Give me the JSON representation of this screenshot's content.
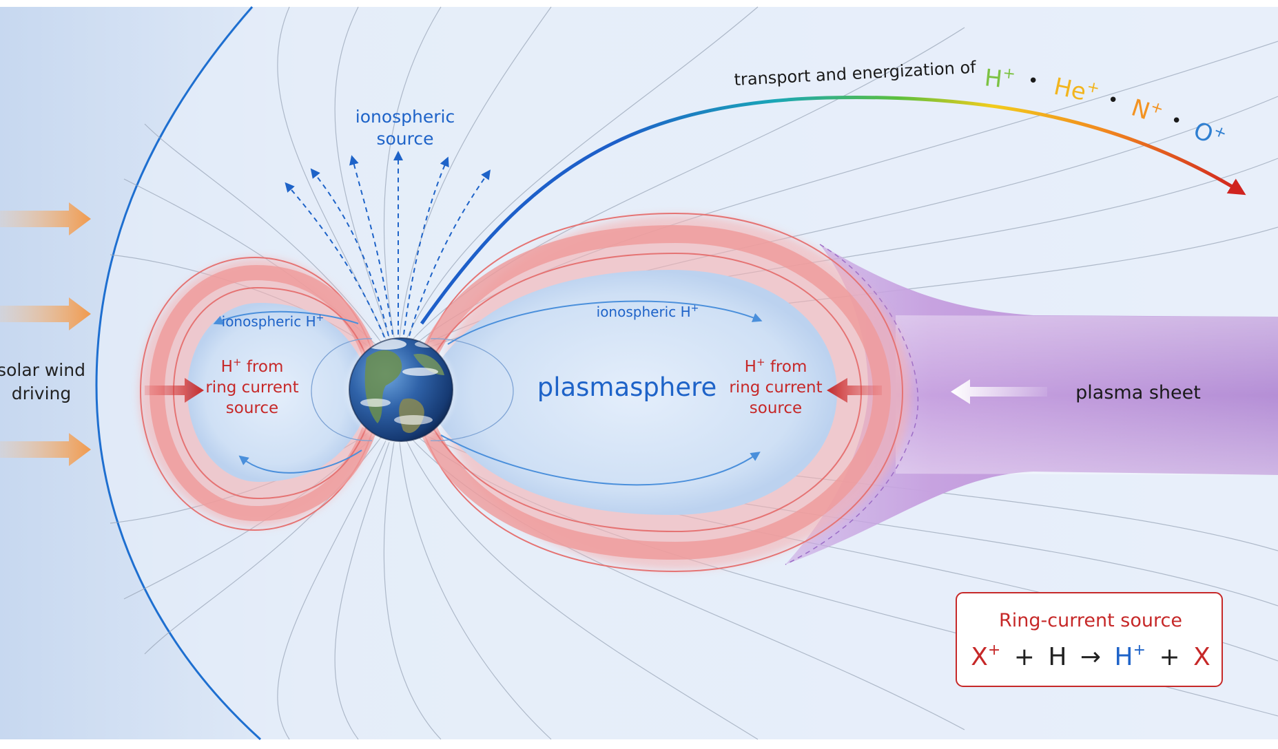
{
  "solar_wind": {
    "line1": "solar wind",
    "line2": "driving"
  },
  "ionospheric_source": {
    "line1": "ionospheric",
    "line2": "source"
  },
  "transport": {
    "prefix": "transport and energization of",
    "ions": [
      {
        "base": "H",
        "charge": "+",
        "color": "#7cc243"
      },
      {
        "base": "He",
        "charge": "+",
        "color": "#f2b51e"
      },
      {
        "base": "N",
        "charge": "+",
        "color": "#f39322"
      },
      {
        "base": "O",
        "charge": "+",
        "color": "#2f7fd1"
      }
    ],
    "separator": "•"
  },
  "flow_left": {
    "base": "ionospheric H",
    "charge": "+"
  },
  "flow_right": {
    "base": "ionospheric H",
    "charge": "+"
  },
  "ring_left": {
    "line1_base": "H",
    "line1_charge": "+",
    "line1_rest": " from",
    "line2": "ring current",
    "line3": "source"
  },
  "ring_right": {
    "line1_base": "H",
    "line1_charge": "+",
    "line1_rest": " from",
    "line2": "ring current",
    "line3": "source"
  },
  "plasmasphere": "plasmasphere",
  "plasma_sheet": "plasma sheet",
  "legend": {
    "title": "Ring-current source",
    "equation": [
      {
        "base": "X",
        "charge": "+",
        "color": "#c62828"
      },
      {
        "base": "+",
        "charge": "",
        "color": "#222222"
      },
      {
        "base": "H",
        "charge": "",
        "color": "#222222"
      },
      {
        "base": "→",
        "charge": "",
        "color": "#222222"
      },
      {
        "base": "H",
        "charge": "+",
        "color": "#1e63c8"
      },
      {
        "base": "+",
        "charge": "",
        "color": "#222222"
      },
      {
        "base": "X",
        "charge": "",
        "color": "#c62828"
      }
    ]
  },
  "colors": {
    "magnetosphere_fill": "#dfe9f7",
    "magnetopause": "#1e6fd0",
    "ring_current": "#f08080",
    "plasmasphere_fill": "#cfe0f5",
    "plasma_sheet": "#b78fd6",
    "solar_arrow": "#f2a65a",
    "label_blue": "#1e63c8",
    "label_red": "#c62828"
  }
}
